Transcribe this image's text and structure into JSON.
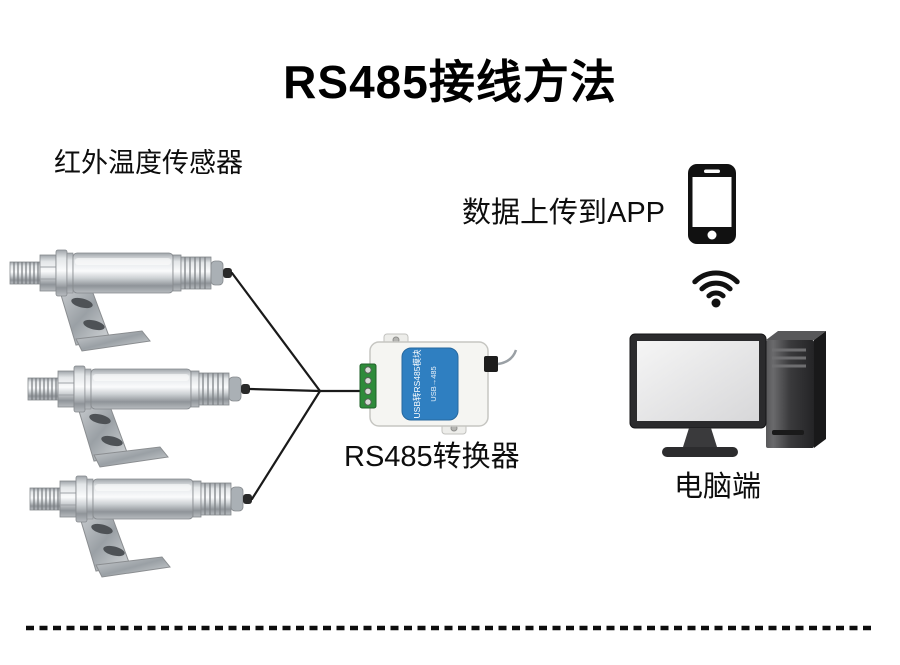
{
  "title": "RS485接线方法",
  "labels": {
    "sensors": "红外温度传感器",
    "upload": "数据上传到APP",
    "converter": "RS485转换器",
    "computer": "电脑端"
  },
  "converter_module": {
    "text_line1": "USB转RS485模块",
    "text_line2": "USB→485"
  },
  "icons": {
    "smartphone": "smartphone-icon",
    "wifi": "wifi-icon"
  },
  "colors": {
    "background": "#ffffff",
    "text": "#111111",
    "line": "#1a1a1a",
    "module_blue": "#2f7fc1",
    "terminal_green": "#2e8b3a"
  },
  "diagram": {
    "sensor_count": 3,
    "bottom_divider": "dashed"
  }
}
